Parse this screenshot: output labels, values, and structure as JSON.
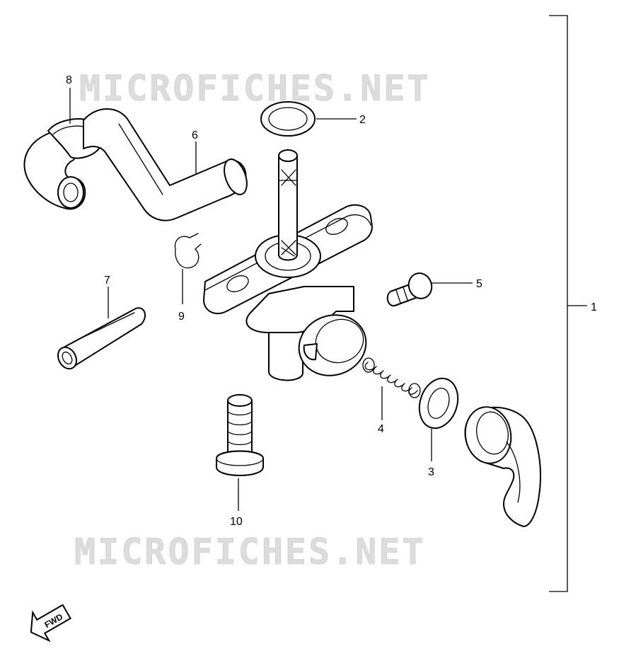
{
  "callouts": {
    "c1": "1",
    "c2": "2",
    "c3": "3",
    "c4": "4",
    "c5": "5",
    "c6": "6",
    "c7": "7",
    "c8": "8",
    "c9": "9",
    "c10": "10"
  },
  "watermark": {
    "top": "MICROFICHES.NET",
    "bottom": "MICROFICHES.NET"
  },
  "fwd_label": "FWD",
  "colors": {
    "line": "#000000",
    "watermark": "#d9d9d9",
    "background": "#ffffff"
  }
}
